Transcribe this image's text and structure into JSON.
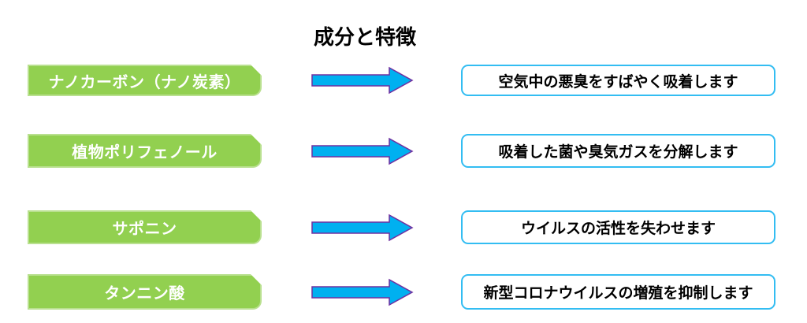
{
  "title": "成分と特徴",
  "colors": {
    "green_fill": "#92d050",
    "green_border": "#b9e08f",
    "green_text": "#ffffff",
    "arrow_fill": "#00b0f0",
    "arrow_stroke": "#7030a0",
    "box_border": "#33bdf2",
    "box_bg": "#ffffff",
    "text_color": "#000000",
    "bg_color": "#ffffff"
  },
  "icons": {
    "arrow": "right-arrow-icon"
  },
  "rows": [
    {
      "ingredient": "ナノカーボン（ナノ炭素）",
      "feature": "空気中の悪臭をすばやく吸着します"
    },
    {
      "ingredient": "植物ポリフェノール",
      "feature": "吸着した菌や臭気ガスを分解します"
    },
    {
      "ingredient": "サポニン",
      "feature": "ウイルスの活性を失わせます"
    },
    {
      "ingredient": "タンニン酸",
      "feature": "新型コロナウイルスの増殖を抑制します"
    }
  ]
}
